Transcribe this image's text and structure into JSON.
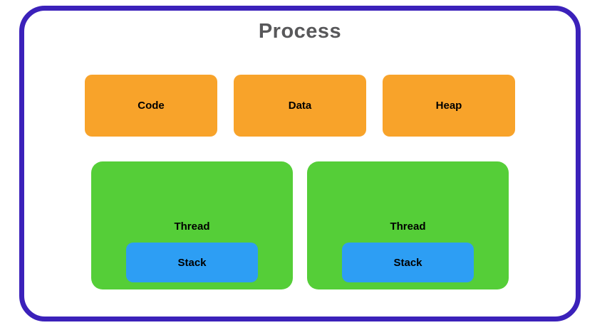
{
  "diagram": {
    "title": "Process",
    "segments": [
      {
        "label": "Code"
      },
      {
        "label": "Data"
      },
      {
        "label": "Heap"
      }
    ],
    "threads": [
      {
        "label": "Thread",
        "stack": {
          "label": "Stack"
        }
      },
      {
        "label": "Thread",
        "stack": {
          "label": "Stack"
        }
      }
    ],
    "colors": {
      "background": "#ffffff",
      "frame_border": "#3B21BA",
      "segment_fill": "#F8A32A",
      "thread_fill": "#55CE38",
      "stack_fill": "#2D9EF4",
      "title_text": "#58585A",
      "box_text": "#000000"
    }
  }
}
